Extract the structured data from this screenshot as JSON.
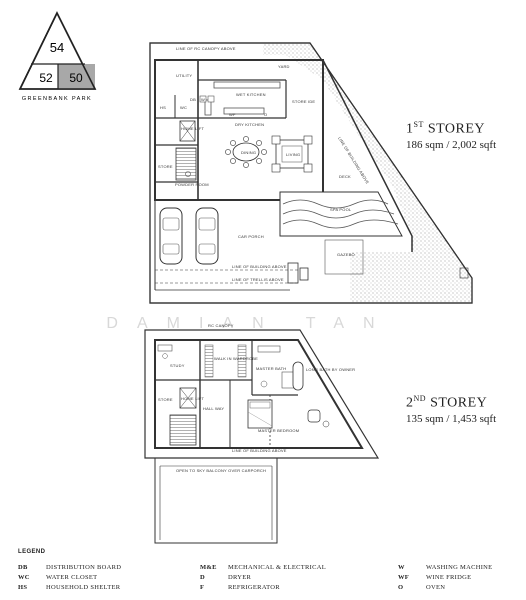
{
  "logo": {
    "top_number": "54",
    "left_number": "52",
    "right_number": "50",
    "name": "GREENBANK PARK"
  },
  "watermark": "DAMIAN TAN",
  "first_storey": {
    "title_prefix": "1",
    "title_suffix": "ST",
    "title_word": "STOREY",
    "area": "186 sqm / 2,002 sqft",
    "room_labels": {
      "canopy": "LINE OF RC CANOPY ABOVE",
      "yard": "YARD",
      "utility": "UTILITY",
      "wet_kitchen": "WET KITCHEN",
      "w": "W",
      "db": "DB",
      "hs": "HS",
      "wc": "WC",
      "dry_kitchen": "DRY KITCHEN",
      "wf": "WF",
      "o": "O",
      "store_ide": "STORE IDE",
      "home_lift": "HOME LIFT",
      "dining": "DINING",
      "living": "LIVING",
      "store": "STORE",
      "powder_room": "POWDER ROOM",
      "deck": "DECK",
      "building_above_diag": "LINE OF BUILDING ABOVE",
      "car_porch": "CAR PORCH",
      "spa_pool": "SPA POOL",
      "gazebo": "GAZEBO",
      "building_above": "LINE OF BUILDING ABOVE",
      "trellis_above": "LINE OF TRELLIS ABOVE"
    }
  },
  "second_storey": {
    "title_prefix": "2",
    "title_suffix": "ND",
    "title_word": "STOREY",
    "area": "135 sqm / 1,453 sqft",
    "room_labels": {
      "rc_canopy": "RC CANOPY",
      "study": "STUDY",
      "walk_in_wardrobe": "WALK IN WARDROBE",
      "master_bath": "MASTER BATH",
      "long_bath": "LONG BATH BY OWNER",
      "store": "STORE",
      "home_lift": "HOME LIFT",
      "hallway": "HALL WAY",
      "master_bedroom": "MASTER BEDROOM",
      "building_above": "LINE OF BUILDING ABOVE",
      "sky_balcony": "OPEN TO SKY BALCONY OVER CARPORCH"
    }
  },
  "legend": {
    "heading": "LEGEND",
    "columns": [
      [
        {
          "abbr": "DB",
          "text": "DISTRIBUTION BOARD"
        },
        {
          "abbr": "WC",
          "text": "WATER CLOSET"
        },
        {
          "abbr": "HS",
          "text": "HOUSEHOLD SHELTER"
        }
      ],
      [
        {
          "abbr": "M&E",
          "text": "MECHANICAL & ELECTRICAL"
        },
        {
          "abbr": "D",
          "text": "DRYER"
        },
        {
          "abbr": "F",
          "text": "REFRIGERATOR"
        }
      ],
      [
        {
          "abbr": "W",
          "text": "WASHING MACHINE"
        },
        {
          "abbr": "WF",
          "text": "WINE FRIDGE"
        },
        {
          "abbr": "O",
          "text": "OVEN"
        }
      ]
    ]
  },
  "colors": {
    "logo_highlight": "#a8a8a8",
    "grass": "#d6d6d6",
    "wall": "#333333",
    "pool_wave": "#555555"
  }
}
